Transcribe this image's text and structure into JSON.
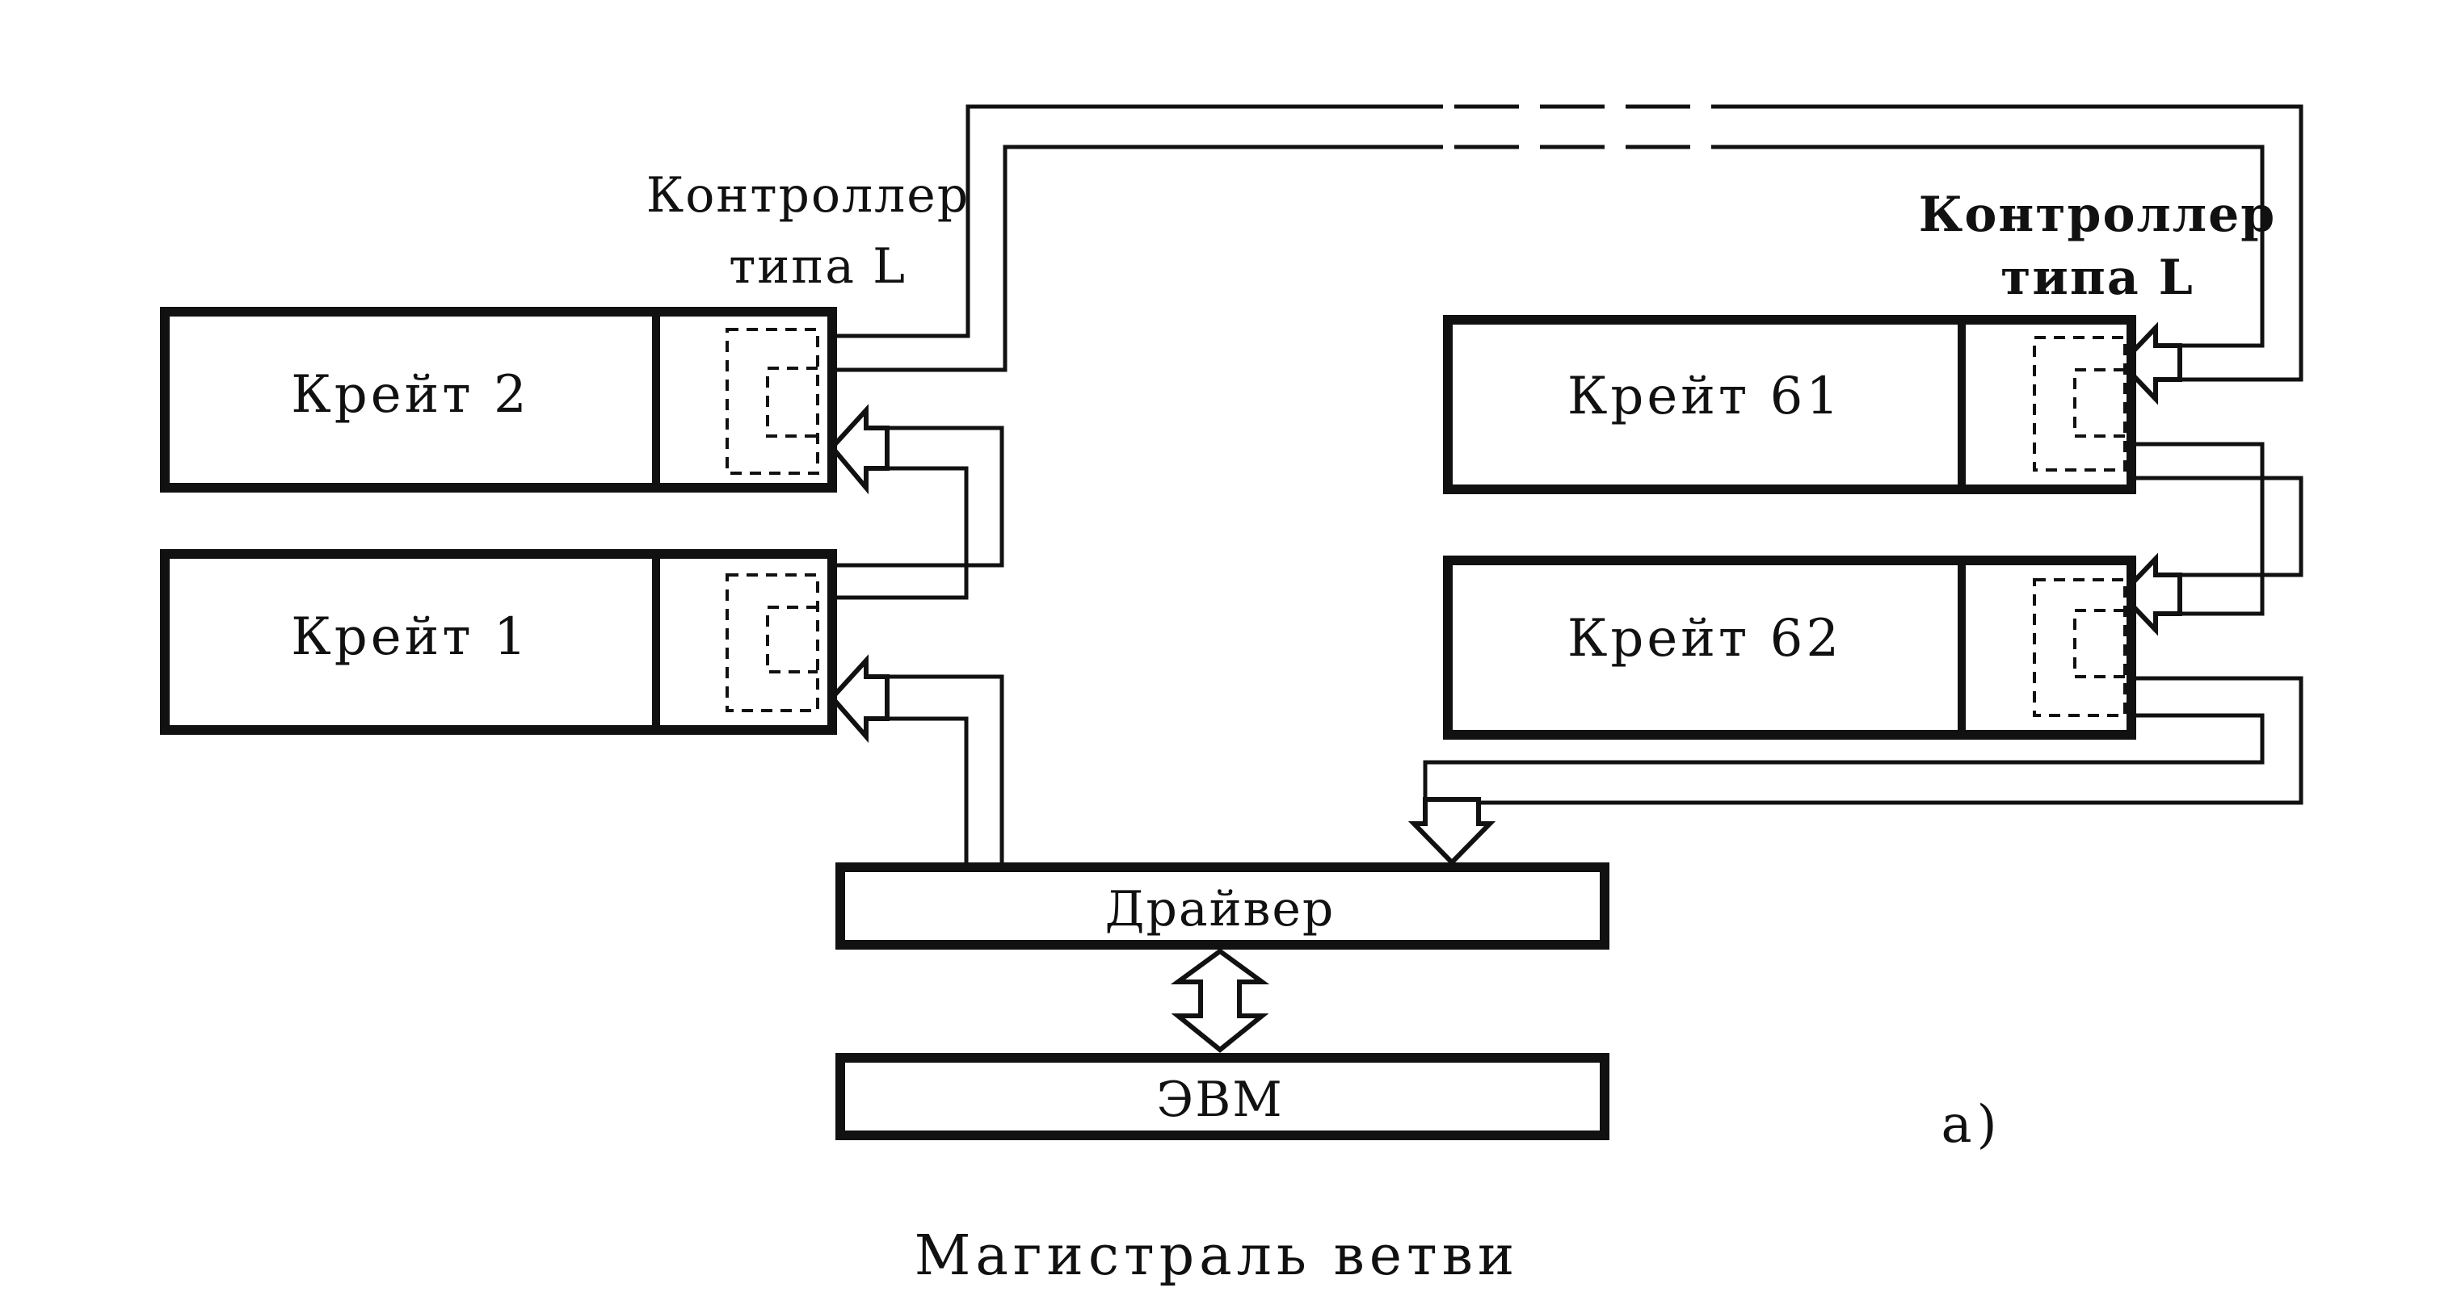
{
  "figure": {
    "controller_label_left": [
      "Контроллер",
      "типа L"
    ],
    "controller_label_right": [
      "Контроллер",
      "типа L"
    ],
    "crates": {
      "crate2": "Крейт 2",
      "crate1": "Крейт 1",
      "crate61": "Крейт 61",
      "crate62": "Крейт 62"
    },
    "driver": "Драйвер",
    "computer": "ЭВМ",
    "subfigure_mark": "а)",
    "caption": "Магистраль ветви"
  }
}
